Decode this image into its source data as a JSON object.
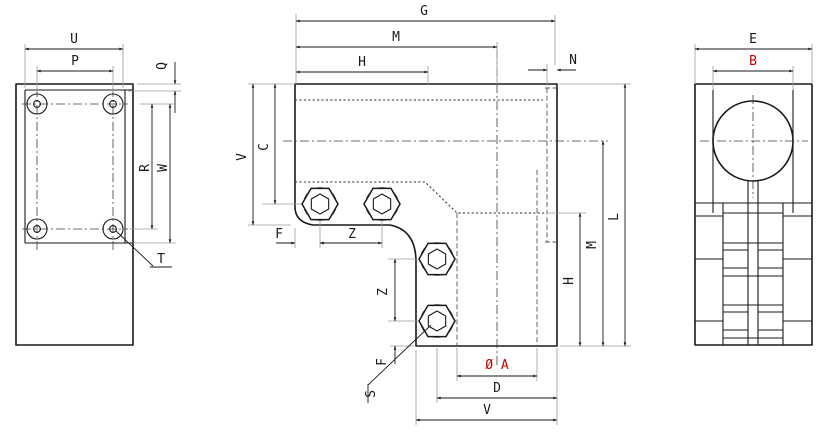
{
  "labels": {
    "top_view": {
      "U": "U",
      "P": "P",
      "Q": "Q",
      "R": "R",
      "W": "W",
      "T": "T"
    },
    "front_view": {
      "G": "G",
      "M_top": "M",
      "H_top": "H",
      "N": "N",
      "V_left": "V",
      "C": "C",
      "F_top": "F",
      "Z_top": "Z",
      "Z_side": "Z",
      "F_side": "F",
      "S": "S",
      "A": "Ø A",
      "D": "D",
      "V_bottom": "V",
      "H_right": "H",
      "M_right": "M",
      "L": "L"
    },
    "side_view": {
      "E": "E",
      "B": "B"
    }
  },
  "colors": {
    "highlight": "#c40000",
    "line": "#1a1a1a"
  }
}
